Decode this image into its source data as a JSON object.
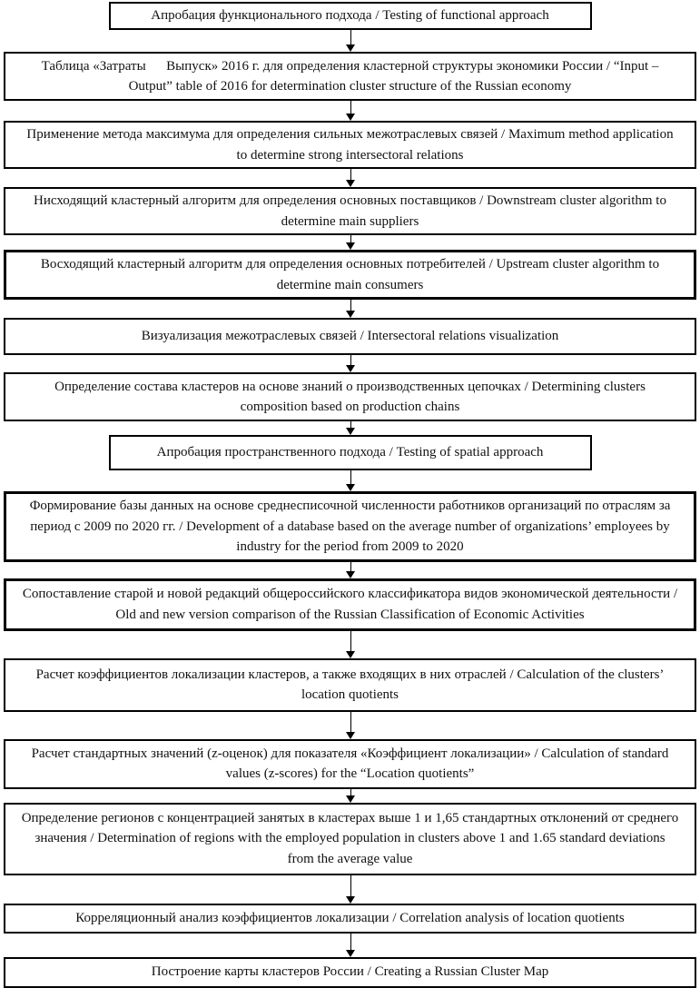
{
  "diagram": {
    "title": "Research methodology flowchart (cluster analysis of the Russian economy)",
    "language": "Russian / English bilingual",
    "colors": {
      "background": "#ffffff",
      "box_border": "#000000",
      "text": "#111111",
      "arrow": "#000000"
    },
    "icons": {
      "flow_arrow": "down-arrow"
    },
    "steps": [
      {
        "text": "Апробация функционального подхода / Testing of functional approach"
      },
      {
        "text": "Таблица «Затраты   Выпуск» 2016 г. для определения кластерной структуры экономики России / “Input – Output” table of 2016 for determination cluster structure of the Russian economy"
      },
      {
        "text": "Применение метода максимума для определения сильных межотраслевых связей / Maximum method application to determine strong intersectoral relations"
      },
      {
        "text": "Нисходящий кластерный алгоритм для определения основных поставщиков / Downstream cluster algorithm to determine main suppliers"
      },
      {
        "text": "Восходящий кластерный алгоритм для определения основных потребителей / Upstream cluster algorithm to determine main consumers"
      },
      {
        "text": "Визуализация межотраслевых связей / Intersectoral relations visualization"
      },
      {
        "text": "Определение состава кластеров на основе знаний о производственных цепочках / Determining clusters composition based on production chains"
      },
      {
        "text": "Апробация пространственного подхода / Testing of spatial approach"
      },
      {
        "text": "Формирование базы данных на основе среднесписочной численности работников организаций по отраслям за период с 2009 по 2020 гг. / Development of a database based on the average number of organizations’ employees by industry for the period from 2009 to 2020"
      },
      {
        "text": "Сопоставление старой и новой редакций общероссийского классификатора видов экономической деятельности / Old and new version comparison of the Russian Classification of Economic Activities"
      },
      {
        "text": "Расчет коэффициентов локализации кластеров, а также входящих в них отраслей / Calculation of the clusters’ location quotients"
      },
      {
        "text": "Расчет стандартных значений (z-оценок) для показателя «Коэффициент локализации» / Calculation of standard values (z-scores) for the “Location quotients”"
      },
      {
        "text": "Определение регионов с концентрацией занятых в кластерах выше 1 и 1,65 стандартных отклонений от среднего значения / Determination of regions with the employed population in clusters above 1 and 1.65 standard deviations from the average value"
      },
      {
        "text": "Корреляционный анализ коэффициентов локализации / Correlation analysis of location quotients"
      },
      {
        "text": "Построение карты кластеров России / Creating a Russian Cluster Map"
      }
    ]
  }
}
